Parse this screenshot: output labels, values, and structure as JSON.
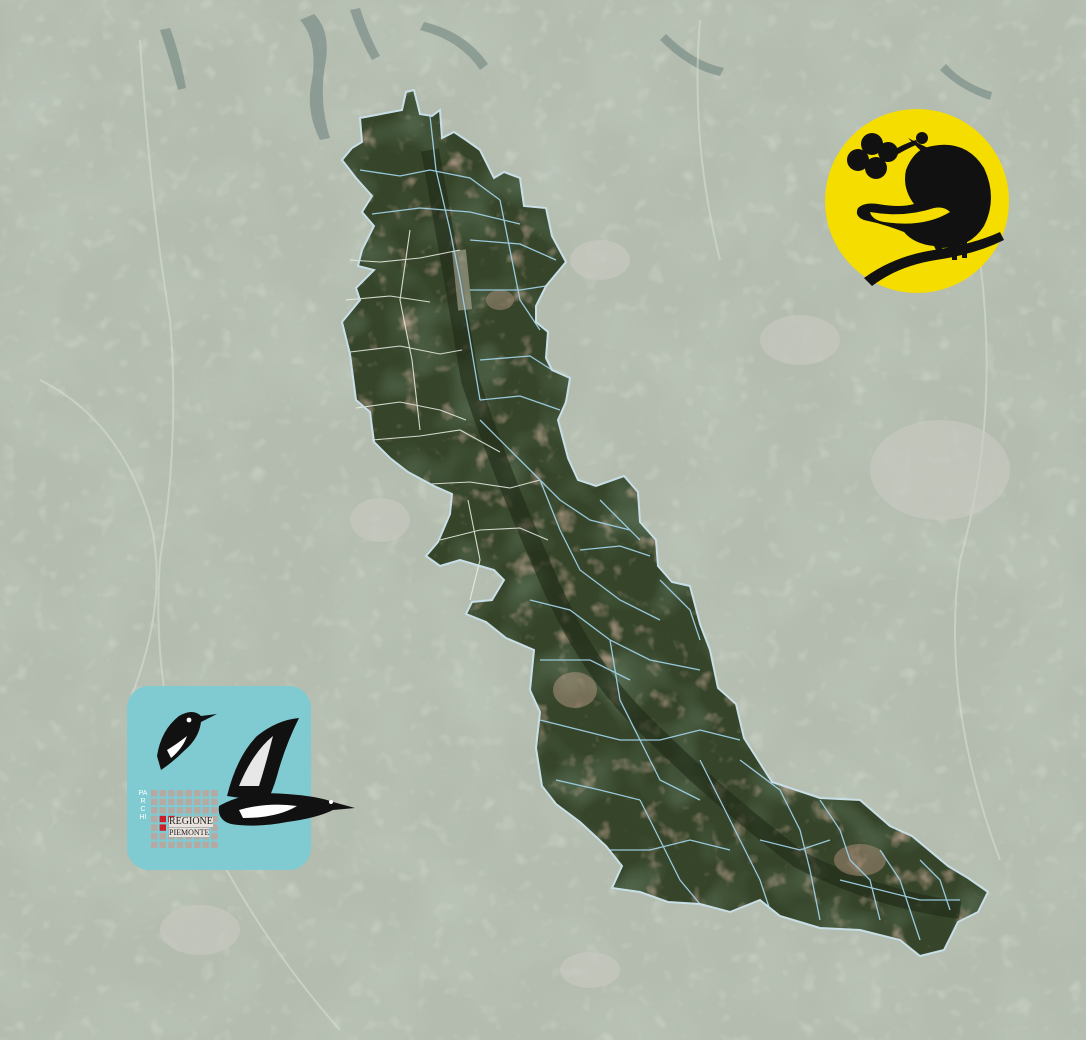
{
  "map": {
    "colors": {
      "backdrop": "#b3bcae",
      "region_fill": "#36452a",
      "border_primary": "#9fd0e6",
      "border_secondary": "#eef2ea",
      "outline": "#c8dfe7"
    }
  },
  "logos": {
    "top_right": {
      "icon": "bird-on-branch-emblem",
      "background_color": "#f5dd00",
      "ink_color": "#111111"
    },
    "bottom_left": {
      "icon": "kingfisher-and-duck-park-emblem",
      "background_color": "#7fcbd1",
      "grid_label_vertical": "PARCHI",
      "org_line1": "REGIONE",
      "org_line2": "PIEMONTE"
    }
  }
}
